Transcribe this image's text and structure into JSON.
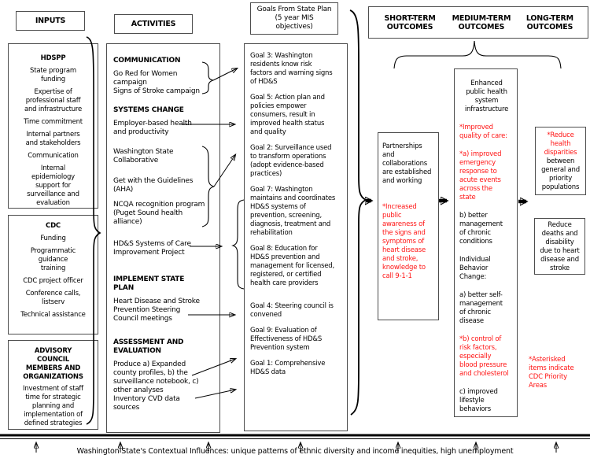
{
  "colors": {
    "emphasis_red": "#ff1414",
    "text": "#000000",
    "box_border": "#4d4d4d"
  },
  "column_headers": {
    "inputs": "INPUTS",
    "activities": "ACTIVITIES",
    "goals": "Goals From State Plan\n(5 year MIS\nobjectives)",
    "short_term": "SHORT-TERM\nOUTCOMES",
    "medium_term": "MEDIUM-TERM\nOUTCOMES",
    "long_term": "LONG-TERM\nOUTCOMES"
  },
  "inputs": {
    "groups": [
      {
        "title": "HDSPP",
        "items": [
          "State program\nfunding",
          "Expertise of\nprofessional staff\nand infrastructure",
          "Time commitment",
          "Internal partners\nand stakeholders",
          "Communication",
          "Internal\nepidemiology\nsupport for\nsurveillance and\nevaluation"
        ]
      },
      {
        "title": "CDC",
        "items": [
          "Funding",
          "Programmatic\nguidance\ntraining",
          "CDC project officer",
          "Conference calls,\nlistserv",
          "Technical assistance"
        ]
      },
      {
        "title": "ADVISORY\nCOUNCIL\nMEMBERS AND\nORGANIZATIONS",
        "items": [
          "Investment of staff\ntime for strategic\nplanning and\nimplementation of\ndefined strategies"
        ]
      }
    ]
  },
  "activities": {
    "sections": [
      {
        "heading": "COMMUNICATION",
        "items": [
          "Go Red for Women\ncampaign",
          "Signs of Stroke campaign"
        ]
      },
      {
        "heading": "SYSTEMS CHANGE",
        "items": [
          "Employer-based health\nand productivity",
          "Washington State\nCollaborative",
          "Get with the Guidelines\n(AHA)",
          "NCQA recognition program\n(Puget Sound health\nalliance)",
          "HD&S Systems of Care\nImprovement Project"
        ]
      },
      {
        "heading": "IMPLEMENT STATE\nPLAN",
        "items": [
          "Heart Disease and Stroke\nPrevention Steering\nCouncil meetings"
        ]
      },
      {
        "heading": "ASSESSMENT AND\nEVALUATION",
        "items": [
          "Produce a) Expanded\ncounty profiles, b) the\nsurveillance notebook, c)\nother analyses",
          "Inventory CVD data\nsources"
        ]
      }
    ]
  },
  "goals": {
    "items": [
      "Goal 3: Washington\nresidents know risk\nfactors and warning signs\nof HD&S",
      "Goal 5: Action plan and\npolicies empower\nconsumers, result in\nimproved health status\nand quality",
      "Goal 2: Surveillance used\nto transform operations\n(adopt evidence-based\npractices)",
      "Goal 7: Washington\nmaintains and coordinates\nHD&S systems of\nprevention, screening,\ndiagnosis, treatment and\nrehabilitation",
      "Goal 8: Education for\nHD&S prevention and\nmanagement for licensed,\nregistered, or certified\nhealth care providers",
      "Goal 4: Steering council is\nconvened",
      "Goal 9: Evaluation of\nEffectiveness of HD&S\nPrevention system",
      "Goal 1: Comprehensive\nHD&S data"
    ]
  },
  "short_term": {
    "black": "Partnerships\nand\ncollaborations\nare established\nand working",
    "red": "*Increased\npublic\nawareness of\nthe signs and\nsymptoms of\nheart disease\nand stroke,\nknowledge to\ncall 9-1-1"
  },
  "medium_term": {
    "items": [
      {
        "text": "Enhanced\npublic health\nsystem\ninfrastructure",
        "red": false,
        "center": true
      },
      {
        "text": "*Improved\nquality of care:",
        "red": true
      },
      {
        "text": "*a) improved\nemergency\nresponse to\nacute events\nacross the\nstate",
        "red": true
      },
      {
        "text": "b) better\nmanagement\nof chronic\nconditions",
        "red": false
      },
      {
        "text": "Individual\nBehavior\nChange:",
        "red": false
      },
      {
        "text": "a) better self-\nmanagement\nof chronic\ndisease",
        "red": false
      },
      {
        "text": "*b) control of\nrisk factors,\nespecially\nblood pressure\nand cholesterol",
        "red": true
      },
      {
        "text": "c) improved\nlifestyle\nbehaviors",
        "red": false
      }
    ]
  },
  "long_term": {
    "box1_red": "*Reduce\nhealth\ndisparities",
    "box1_black": "between\ngeneral and\npriority\npopulations",
    "box2": "Reduce\ndeaths and\ndisability\ndue to heart\ndisease and\nstroke"
  },
  "footnote": "*Asterisked\nitems indicate\nCDC Priority\nAreas",
  "context": "Washington State's Contextual Influences: unique patterns of ethnic diversity and income inequities, high unemployment"
}
